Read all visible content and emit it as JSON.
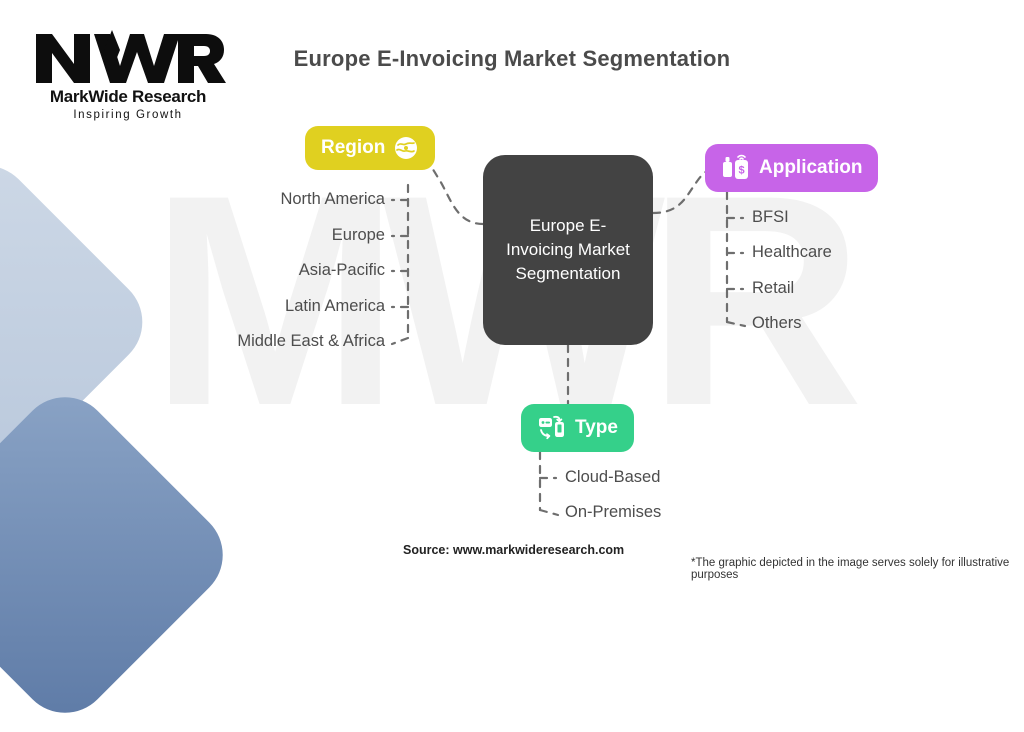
{
  "brand": {
    "logo_mark": "MWR",
    "logo_name": "MarkWide Research",
    "logo_tagline": "Inspiring Growth"
  },
  "header": {
    "title": "Europe E-Invoicing Market Segmentation"
  },
  "center": {
    "label": "Europe E-Invoicing Market Segmentation"
  },
  "watermark": {
    "text": "MWR"
  },
  "branches": [
    {
      "id": "region",
      "label": "Region",
      "icon": "globe-icon",
      "color": "#e0d020",
      "items": [
        {
          "label": "North America"
        },
        {
          "label": "Europe"
        },
        {
          "label": "Asia-Pacific"
        },
        {
          "label": "Latin America"
        },
        {
          "label": "Middle East & Africa"
        }
      ]
    },
    {
      "id": "application",
      "label": "Application",
      "icon": "mobile-payment-icon",
      "color": "#c764e8",
      "items": [
        {
          "label": "BFSI"
        },
        {
          "label": "Healthcare"
        },
        {
          "label": "Retail"
        },
        {
          "label": "Others"
        }
      ]
    },
    {
      "id": "type",
      "label": "Type",
      "icon": "data-transfer-icon",
      "color": "#35d08a",
      "items": [
        {
          "label": "Cloud-Based"
        },
        {
          "label": "On-Premises"
        }
      ]
    }
  ],
  "footer": {
    "source": "Source: www.markwideresearch.com",
    "disclaimer": "*The graphic depicted in the image serves solely for illustrative purposes"
  }
}
